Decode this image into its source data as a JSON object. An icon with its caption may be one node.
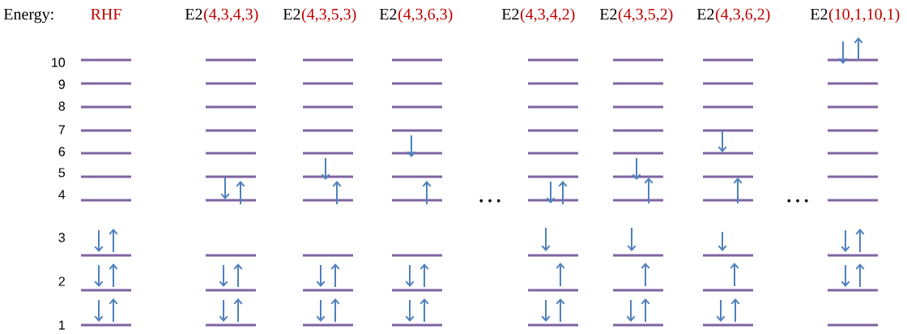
{
  "diagram": {
    "labels": [
      "Energy:",
      "RHF",
      "E2",
      "(4,3,4,3)",
      "E2",
      "(4,3,5,3)",
      "E2",
      "(4,3,6,3)",
      "E2",
      "(4,3,4,2)",
      "E2",
      "(4,3,5,2)",
      "E2",
      "(4,3,6,2)",
      "E2",
      "(10,1,10,1)",
      "10",
      "9",
      "8",
      "7",
      "6",
      "5",
      "4",
      "3",
      "2",
      "1",
      "…",
      "…"
    ]
  }
}
